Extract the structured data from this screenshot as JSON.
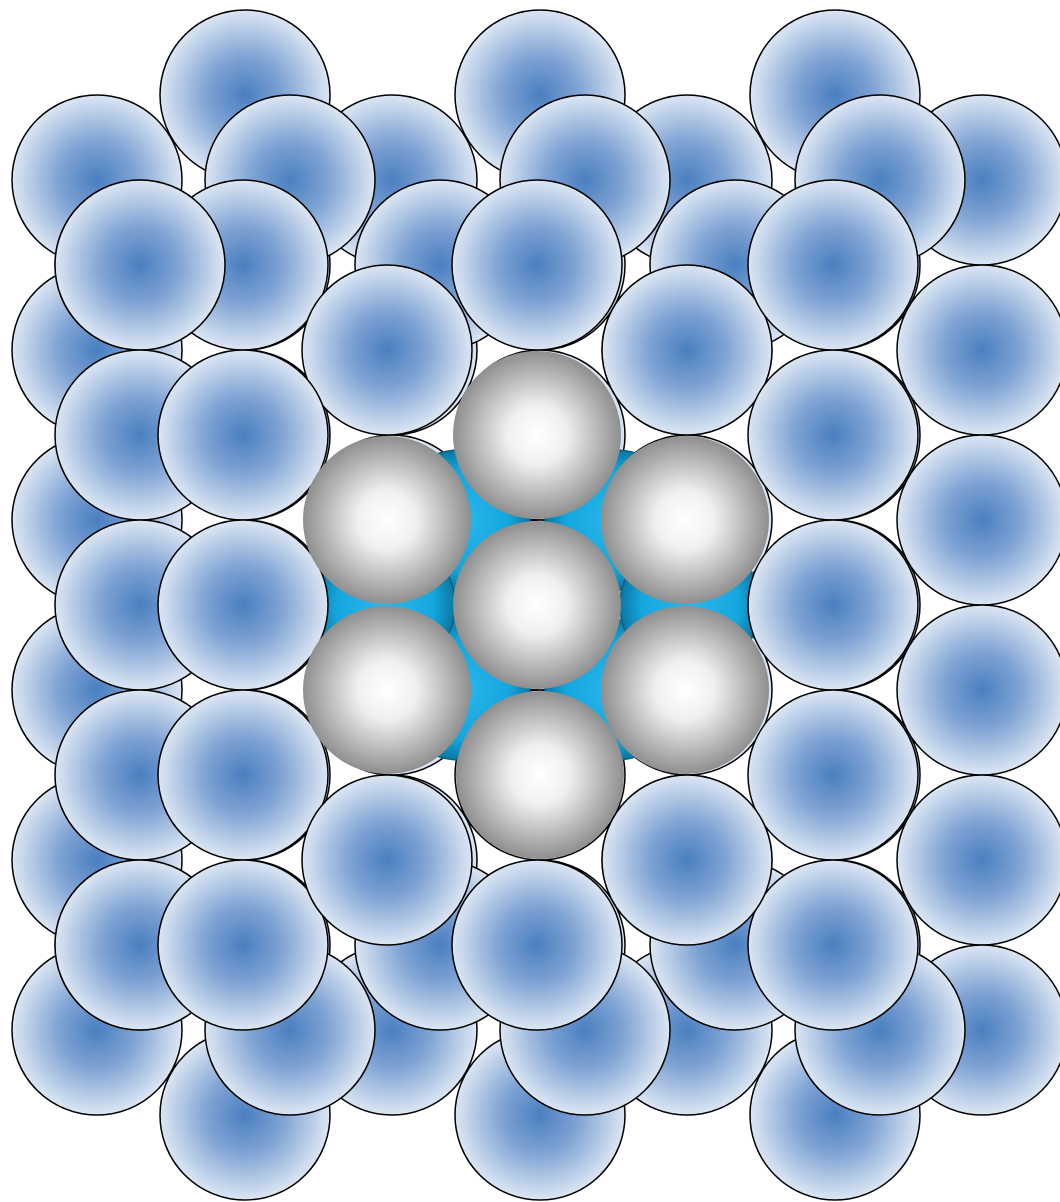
{
  "diagram": {
    "atom_types": [
      {
        "name": "substrate-atom",
        "fill_center": "#4a7fc0",
        "fill_edge": "#dce6f3",
        "outline": "#000000"
      },
      {
        "name": "bridge-atom",
        "fill_center": "#14a6de",
        "fill_edge": "#0b77a0",
        "outline": "#0b5f80"
      },
      {
        "name": "adsorbate-atom",
        "fill_center": "#ffffff",
        "fill_edge": "#8f8f8f",
        "outline": "none"
      }
    ],
    "adsorbate_cluster_size": 7,
    "background": "#ffffff"
  }
}
